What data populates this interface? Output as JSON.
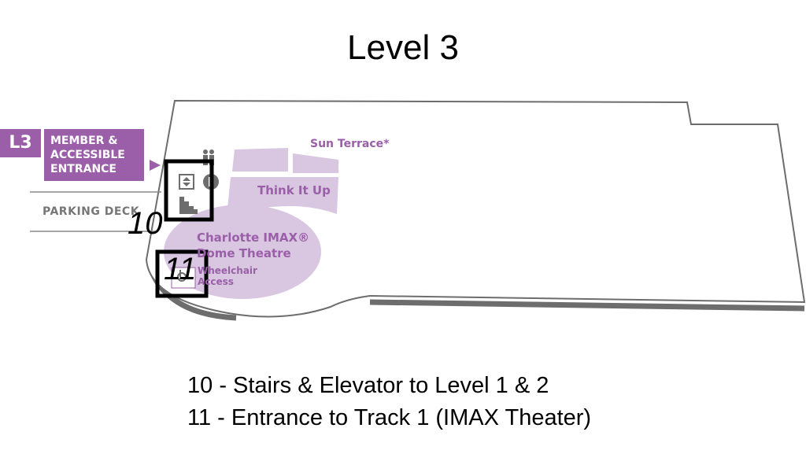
{
  "title": "Level 3",
  "entrance": {
    "level_badge": "L3",
    "label_lines": [
      "MEMBER &",
      "ACCESSIBLE",
      "ENTRANCE"
    ]
  },
  "parking_label": "PARKING DECK",
  "areas": {
    "sun_terrace": "Sun Terrace*",
    "think_it_up": "Think It Up",
    "imax_line1": "Charlotte IMAX®",
    "imax_line2": "Dome Theatre",
    "wheelchair_line1": "Wheelchair",
    "wheelchair_line2": "Access"
  },
  "markers": [
    "10",
    "11"
  ],
  "legend": [
    "10 - Stairs & Elevator to Level 1 & 2",
    "11 - Entrance to Track 1 (IMAX Theater)"
  ],
  "colors": {
    "purple": "#9b5fa9",
    "light_purple": "#d9c6e1",
    "gray": "#6d6d6d"
  }
}
